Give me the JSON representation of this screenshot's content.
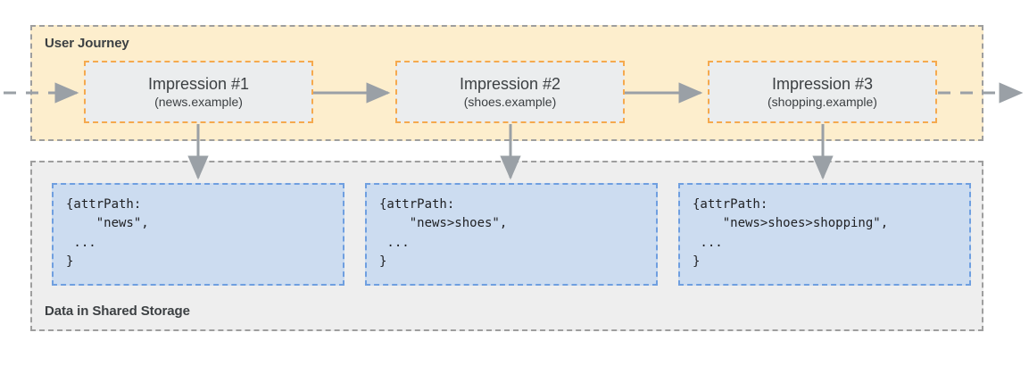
{
  "diagram": {
    "title_top": "User Journey",
    "title_bottom": "Data in Shared Storage",
    "colors": {
      "journey_background": "#fdeecd",
      "storage_background": "#eeeeee",
      "impression_background": "#ebedee",
      "impression_border": "#f5a94e",
      "data_background": "#ccdcf0",
      "data_border": "#6f9fe0",
      "container_border": "#9e9e9e",
      "arrow": "#9aa0a6",
      "text": "#3c4043"
    }
  },
  "impressions": [
    {
      "title": "Impression #1",
      "site": "(news.example)"
    },
    {
      "title": "Impression #2",
      "site": "(shoes.example)"
    },
    {
      "title": "Impression #3",
      "site": "(shopping.example)"
    }
  ],
  "data_boxes": [
    {
      "code": "{attrPath:\n    \"news\",\n ...\n}"
    },
    {
      "code": "{attrPath:\n    \"news>shoes\",\n ...\n}"
    },
    {
      "code": "{attrPath:\n    \"news>shoes>shopping\",\n ...\n}"
    }
  ],
  "arrows": {
    "entry_label": "incoming-journey-arrow",
    "exit_label": "outgoing-journey-arrow",
    "between_label": "impression-flow-arrow",
    "down_label": "impression-to-storage-arrow"
  }
}
